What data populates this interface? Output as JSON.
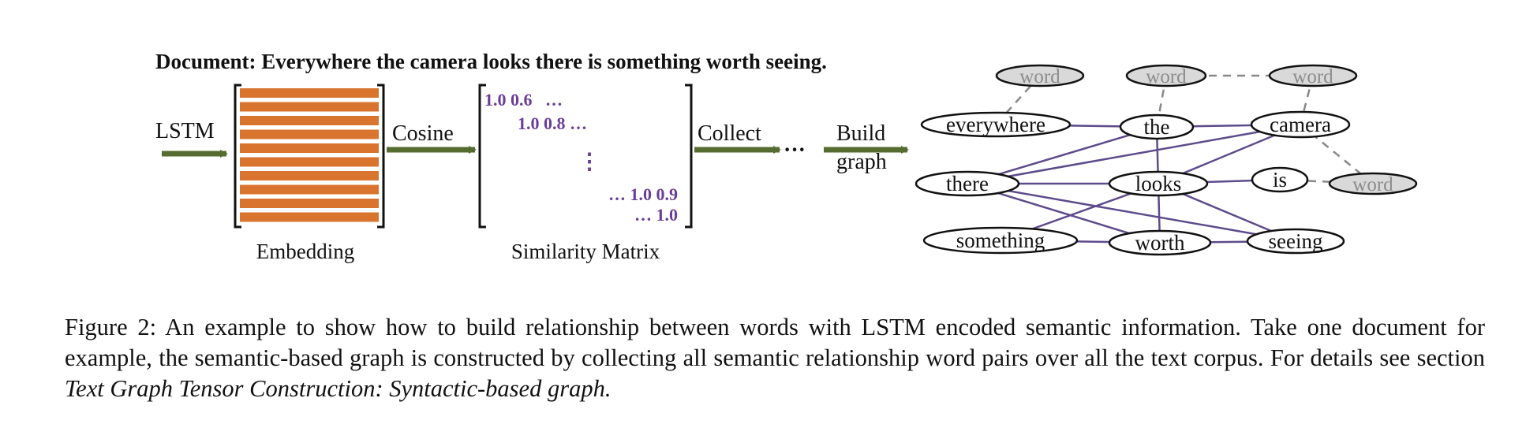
{
  "document_label": "Document: Everywhere the camera looks there is something worth seeing.",
  "pipeline": {
    "lstm_label": "LSTM",
    "embedding_label": "Embedding",
    "cosine_label": "Cosine",
    "similarity_label": "Similarity Matrix",
    "collect_label": "Collect",
    "ellipsis": "···",
    "build_label_line1": "Build",
    "build_label_line2": "graph"
  },
  "matrix": {
    "row1": "1.0 0.6   …",
    "row2": "1.0 0.8 …",
    "vdots": "⋮",
    "row3": "… 1.0 0.9",
    "row4": "… 1.0",
    "color": "#6a3d9a"
  },
  "graph": {
    "nodes": [
      {
        "id": "word1",
        "label": "word",
        "context": true
      },
      {
        "id": "word2",
        "label": "word",
        "context": true
      },
      {
        "id": "word3",
        "label": "word",
        "context": true
      },
      {
        "id": "everywhere",
        "label": "everywhere",
        "context": false
      },
      {
        "id": "the",
        "label": "the",
        "context": false
      },
      {
        "id": "camera",
        "label": "camera",
        "context": false
      },
      {
        "id": "there",
        "label": "there",
        "context": false
      },
      {
        "id": "looks",
        "label": "looks",
        "context": false
      },
      {
        "id": "is",
        "label": "is",
        "context": false
      },
      {
        "id": "word4",
        "label": "word",
        "context": true
      },
      {
        "id": "something",
        "label": "something",
        "context": false
      },
      {
        "id": "worth",
        "label": "worth",
        "context": false
      },
      {
        "id": "seeing",
        "label": "seeing",
        "context": false
      }
    ],
    "edge_color": "#5e4b8b",
    "dashed_color": "#888888"
  },
  "caption": {
    "prefix": "Figure 2: An example to show how to build relationship between words with LSTM encoded semantic information. Take one document for example, the semantic-based graph is constructed by collecting all semantic relationship word pairs over all the text corpus. For details see section ",
    "italic": "Text Graph Tensor Construction: Syntactic-based graph."
  },
  "colors": {
    "arrow": "#556b2f",
    "embedding_bar": "#d9742f",
    "context_node_fill": "#d9d9d9",
    "context_node_text": "#8c8c8c"
  }
}
